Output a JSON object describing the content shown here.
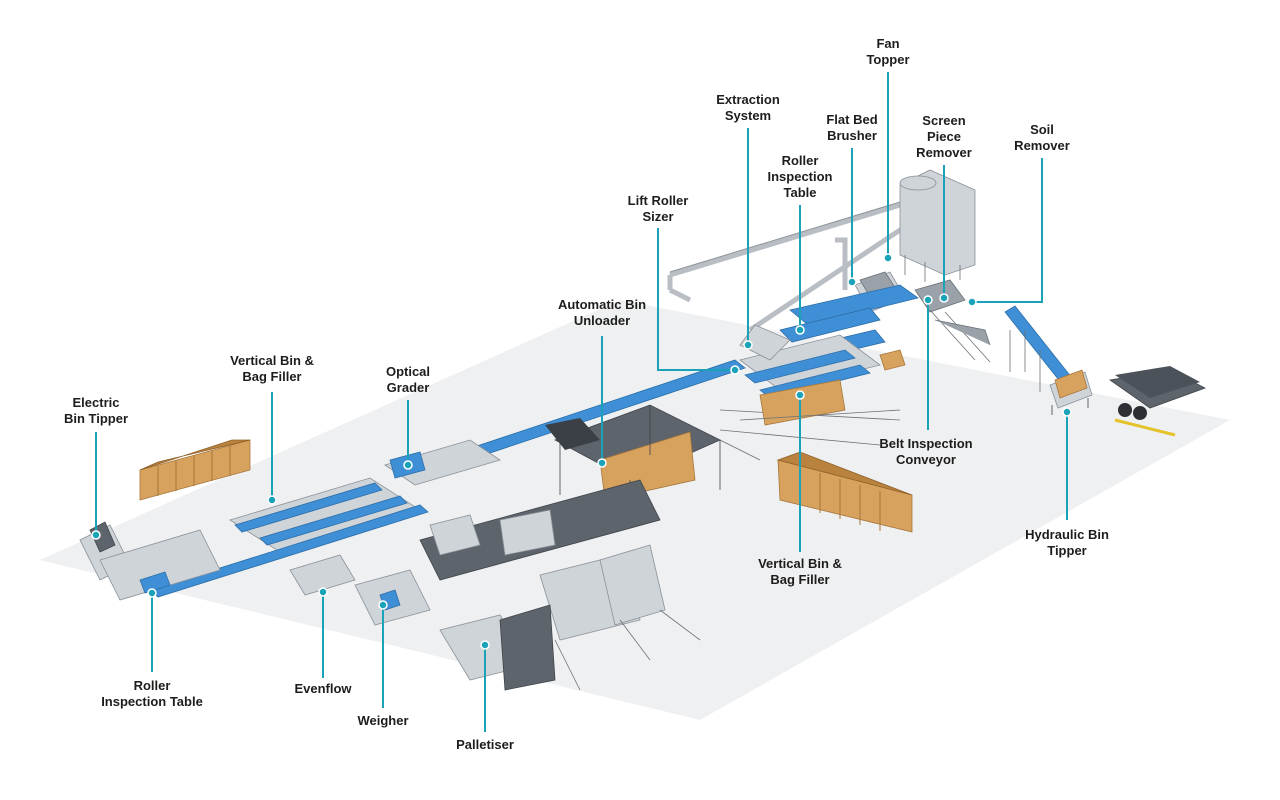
{
  "diagram": {
    "labels": {
      "electric_bin_tipper": "Electric\nBin Tipper",
      "vertical_bin_bag_filler_left": "Vertical Bin &\nBag Filler",
      "optical_grader": "Optical\nGrader",
      "automatic_bin_unloader": "Automatic Bin\nUnloader",
      "lift_roller_sizer": "Lift Roller\nSizer",
      "extraction_system": "Extraction\nSystem",
      "roller_inspection_table_top": "Roller\nInspection\nTable",
      "flat_bed_brusher": "Flat Bed\nBrusher",
      "fan_topper": "Fan\nTopper",
      "screen_piece_remover": "Screen\nPiece\nRemover",
      "soil_remover": "Soil\nRemover",
      "belt_inspection_conveyor": "Belt Inspection\nConveyor",
      "hydraulic_bin_tipper": "Hydraulic Bin\nTipper",
      "vertical_bin_bag_filler_right": "Vertical Bin &\nBag Filler",
      "roller_inspection_table_bottom": "Roller\nInspection Table",
      "evenflow": "Evenflow",
      "weigher": "Weigher",
      "palletiser": "Palletiser"
    },
    "colors": {
      "leader": "#1aa3b8",
      "belt": "#3f8fd6",
      "text": "#1d1d1b",
      "bin": "#d7a25e"
    }
  }
}
